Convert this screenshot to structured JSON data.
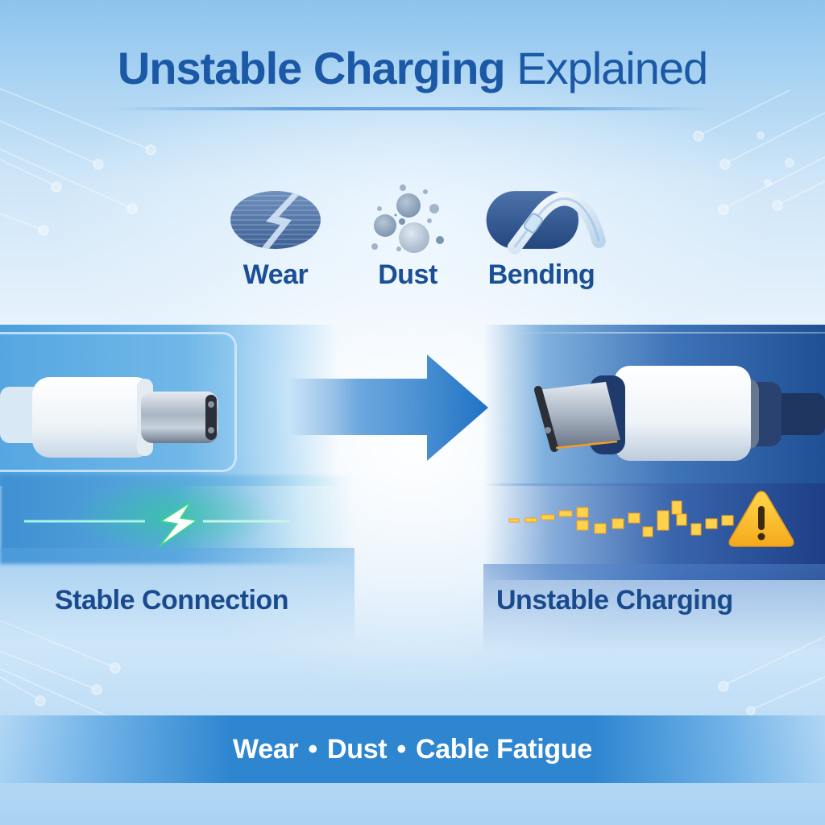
{
  "title": {
    "bold_part": "Unstable Charging",
    "light_part": "Explained"
  },
  "causes": [
    {
      "label": "Wear",
      "icon": "striped-lightning-icon"
    },
    {
      "label": "Dust",
      "icon": "dust-particles-icon"
    },
    {
      "label": "Bending",
      "icon": "bent-cable-icon"
    }
  ],
  "comparison": {
    "left": {
      "label": "Stable Connection",
      "connector": "usb-c-connector-clean",
      "signal": "steady-line-with-bolt",
      "accent_color": "#3ddc84"
    },
    "transition_icon": "right-arrow-icon",
    "right": {
      "label": "Unstable Charging",
      "connector": "usb-c-connector-worn",
      "signal": "erratic-dashed-signal",
      "warning_icon": "warning-triangle-icon",
      "accent_color": "#f7b928"
    }
  },
  "banner": {
    "items": [
      "Wear",
      "Dust",
      "Cable Fatigue"
    ],
    "separator": "•"
  },
  "colors": {
    "title": "#1b58a6",
    "label": "#1a4f96",
    "banner_bg": "#2e86d0",
    "banner_text": "#ffffff",
    "warning": "#f7b928"
  }
}
